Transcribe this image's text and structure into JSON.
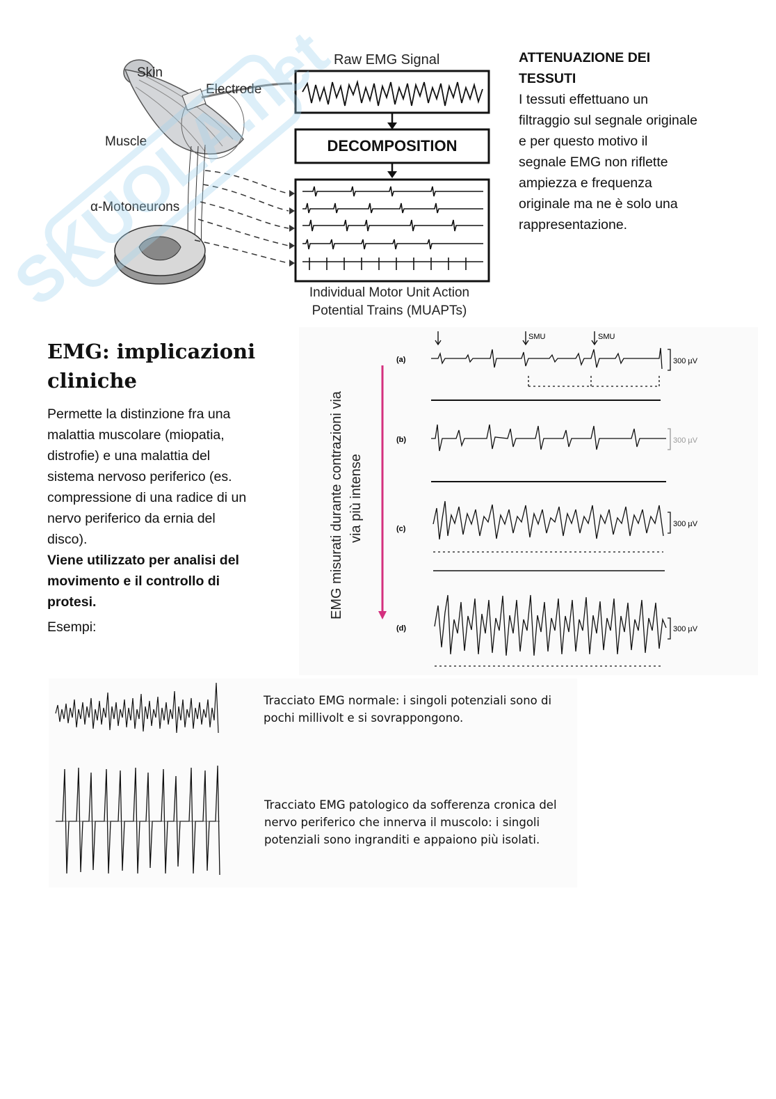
{
  "diagram": {
    "labels": {
      "skin": "Skin",
      "electrode": "Electrode",
      "muscle": "Muscle",
      "motoneurons": "α-Motoneurons",
      "raw_signal": "Raw EMG Signal",
      "decomposition": "DECOMPOSITION",
      "muapt_line1": "Individual Motor Unit Action",
      "muapt_line2": "Potential Trains (MUAPTs)"
    }
  },
  "attenuation": {
    "heading_line1": "ATTENUAZIONE DEI",
    "heading_line2": "TESSUTI",
    "body_lines": [
      "I tessuti effettuano un",
      "filtraggio sul segnale originale",
      "e per questo motivo il",
      "segnale EMG non riflette",
      "ampiezza e frequenza",
      "originale ma ne è solo una",
      "rappresentazione."
    ]
  },
  "clinical": {
    "title_line1": "EMG: implicazioni",
    "title_line2": "cliniche",
    "body_lines": [
      "Permette la distinzione fra una",
      "malattia muscolare (miopatia,",
      "distrofie) e una malattia del",
      "sistema nervoso periferico (es.",
      "compressione di una radice di un",
      "nervo periferico da ernia del",
      "disco)."
    ],
    "bold_lines": [
      "Viene utilizzato per analisi del",
      "movimento e il controllo di",
      "protesi."
    ],
    "examples_label": "Esempi:"
  },
  "recordings": {
    "vertical_line1": "EMG misurati durante contrazioni via",
    "vertical_line2": "via più intense",
    "panel_labels": [
      "(a)",
      "(b)",
      "(c)",
      "(d)"
    ],
    "scale_label": "300 µV",
    "smu_label": "SMU"
  },
  "examples": {
    "normal_line1": "Tracciato EMG normale: i singoli potenziali sono di",
    "normal_line2": "pochi millivolt e si sovrappongono.",
    "pathological_line1": "Tracciato EMG patologico da sofferenza cronica del",
    "pathological_line2": "nervo periferico che innerva il muscolo: i singoli",
    "pathological_line3": "potenziali sono ingranditi e appaiono più isolati."
  },
  "colors": {
    "accent_arrow": "#d4307e",
    "watermark": "#9fd3ee"
  }
}
